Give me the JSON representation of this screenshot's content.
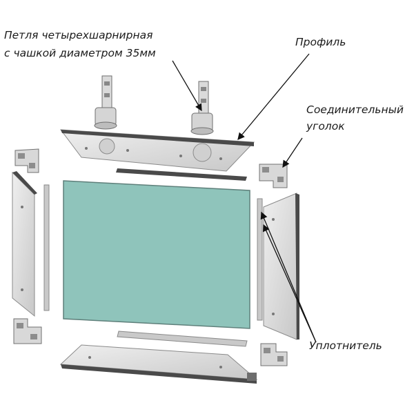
{
  "labels": {
    "hinge_line1": "Петля четырехшарнирная",
    "hinge_line2": "с чашкой диаметром 35мм",
    "profile": "Профиль",
    "corner_line1": "Соединительный",
    "corner_line2": "уголок",
    "seal": "Уплотнитель"
  },
  "colors": {
    "glass": "#8fc4bb",
    "glass_edge": "#5e7f7a",
    "profile_face": "#dcdcdc",
    "profile_edge": "#8a8a8a",
    "dark_strip": "#4a4a4a",
    "seal": "#c9c9c9",
    "leader": "#111111"
  }
}
